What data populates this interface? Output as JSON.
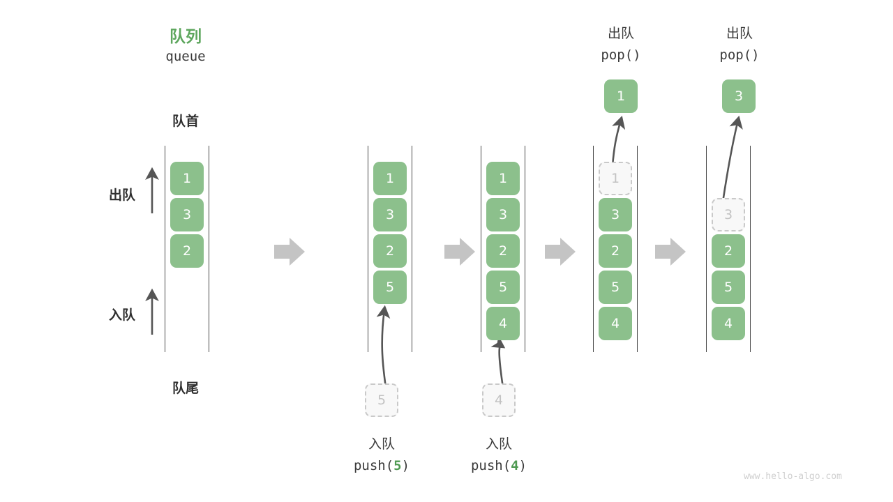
{
  "diagram": {
    "title_cn": "队列",
    "title_en": "queue",
    "front_label": "队首",
    "rear_label": "队尾",
    "pop_side_label": "出队",
    "push_side_label": "入队",
    "watermark": "www.hello-algo.com",
    "accent_green": "#8cc08c",
    "title_green": "#5da65d",
    "ghost_gray": "#c2c2c2",
    "arrow_gray": "#c4c4c4",
    "line_gray": "#4a4a4a"
  },
  "stages": [
    {
      "id": "initial",
      "nodes": [
        "1",
        "3",
        "2"
      ],
      "ghost": null,
      "op_cn": null,
      "op_code": null,
      "result": null
    },
    {
      "id": "push-5",
      "nodes": [
        "1",
        "3",
        "2",
        "5"
      ],
      "ghost": "5",
      "op_cn": "入队",
      "op_code_prefix": "push(",
      "op_code_value": "5",
      "op_code_suffix": ")",
      "result": null
    },
    {
      "id": "push-4",
      "nodes": [
        "1",
        "3",
        "2",
        "5",
        "4"
      ],
      "ghost": "4",
      "op_cn": "入队",
      "op_code_prefix": "push(",
      "op_code_value": "4",
      "op_code_suffix": ")",
      "result": null
    },
    {
      "id": "pop-1",
      "nodes": [
        "3",
        "2",
        "5",
        "4"
      ],
      "ghost": "1",
      "op_cn": "出队",
      "op_code_prefix": "pop(",
      "op_code_value": "",
      "op_code_suffix": ")",
      "result": "1"
    },
    {
      "id": "pop-3",
      "nodes": [
        "2",
        "5",
        "4"
      ],
      "ghost": "3",
      "op_cn": "出队",
      "op_code_prefix": "pop(",
      "op_code_value": "",
      "op_code_suffix": ")",
      "result": "3"
    }
  ],
  "transitions": [
    "step-arrow-1",
    "step-arrow-2",
    "step-arrow-3",
    "step-arrow-4"
  ]
}
